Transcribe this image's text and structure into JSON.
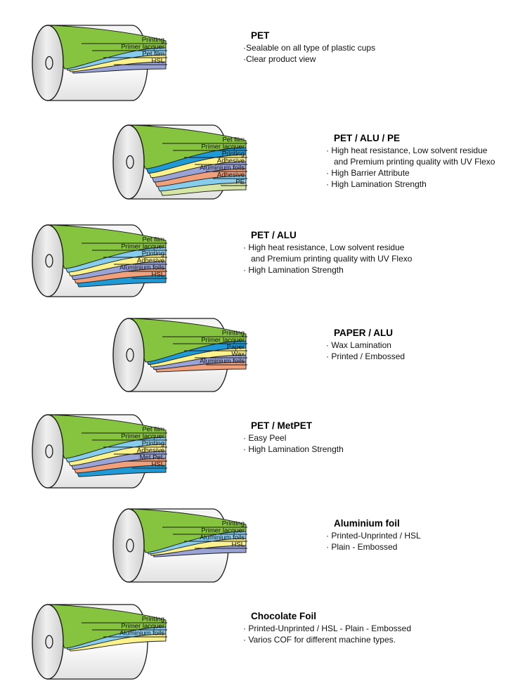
{
  "colors": {
    "green": "#86c440",
    "light_blue": "#86ccec",
    "yellow": "#fbf28e",
    "purple": "#9aa3d6",
    "blue": "#1e9ad6",
    "orange": "#f0a07a",
    "pale_green": "#d6e6a4",
    "roll": "#d8d8d8"
  },
  "diagrams": [
    {
      "title": "PET",
      "layers": [
        {
          "label": "Printing",
          "color": "green"
        },
        {
          "label": "Primer lacquer",
          "color": "light_blue"
        },
        {
          "label": "Pet film",
          "color": "yellow"
        },
        {
          "label": "HSL",
          "color": "purple"
        }
      ],
      "bullets": [
        "·Sealable on all type of plastic cups",
        "·Clear product view"
      ]
    },
    {
      "title": "PET / ALU / PE",
      "layers": [
        {
          "label": "Pet film",
          "color": "green"
        },
        {
          "label": "Primer lacquer",
          "color": "blue"
        },
        {
          "label": "Printing",
          "color": "yellow"
        },
        {
          "label": "Adhesive",
          "color": "purple"
        },
        {
          "label": "Aluminium foils",
          "color": "orange"
        },
        {
          "label": "Adhesive",
          "color": "light_blue"
        },
        {
          "label": "PE",
          "color": "pale_green"
        }
      ],
      "bullets": [
        "· High heat resistance, Low solvent residue",
        "and Premium printing quality with UV Flexo",
        "· High Barrier Attribute",
        "· High Lamination Strength"
      ]
    },
    {
      "title": "PET / ALU",
      "layers": [
        {
          "label": "Pet film",
          "color": "green"
        },
        {
          "label": "Primer lacquer",
          "color": "light_blue"
        },
        {
          "label": "Printing",
          "color": "yellow"
        },
        {
          "label": "Adhesive",
          "color": "purple"
        },
        {
          "label": "Aluminium foils",
          "color": "orange"
        },
        {
          "label": "HSL",
          "color": "blue"
        }
      ],
      "bullets": [
        "· High heat resistance, Low solvent residue",
        "and Premium printing quality with UV Flexo",
        "· High Lamination Strength"
      ]
    },
    {
      "title": "PAPER / ALU",
      "layers": [
        {
          "label": "Printing",
          "color": "green"
        },
        {
          "label": "Primer lacquer",
          "color": "blue"
        },
        {
          "label": "Paper",
          "color": "yellow"
        },
        {
          "label": "Wax",
          "color": "purple"
        },
        {
          "label": "Aluminium foils",
          "color": "orange"
        }
      ],
      "bullets": [
        "· Wax Lamination",
        "· Printed / Embossed"
      ]
    },
    {
      "title": "PET / MetPET",
      "layers": [
        {
          "label": "Pet film",
          "color": "green"
        },
        {
          "label": "Primer lacquer",
          "color": "light_blue"
        },
        {
          "label": "Printing",
          "color": "yellow"
        },
        {
          "label": "Adhesive",
          "color": "purple"
        },
        {
          "label": "Met Pet.",
          "color": "orange"
        },
        {
          "label": "HSL",
          "color": "blue"
        }
      ],
      "bullets": [
        "· Easy Peel",
        "· High Lamination Strength"
      ]
    },
    {
      "title": "Aluminium foil",
      "layers": [
        {
          "label": "Printing",
          "color": "green"
        },
        {
          "label": "Primer lacquer",
          "color": "light_blue"
        },
        {
          "label": "Aluminium foils",
          "color": "yellow"
        },
        {
          "label": "HSL",
          "color": "purple"
        }
      ],
      "bullets": [
        "· Printed-Unprinted / HSL",
        "· Plain - Embossed"
      ]
    },
    {
      "title": "Chocolate Foil",
      "layers": [
        {
          "label": "Printing",
          "color": "green"
        },
        {
          "label": "Primer lacquer",
          "color": "light_blue"
        },
        {
          "label": "Aluminium foils",
          "color": "yellow"
        }
      ],
      "bullets": [
        "· Printed-Unprinted / HSL - Plain - Embossed",
        "· Varios COF for different machine types."
      ]
    }
  ]
}
